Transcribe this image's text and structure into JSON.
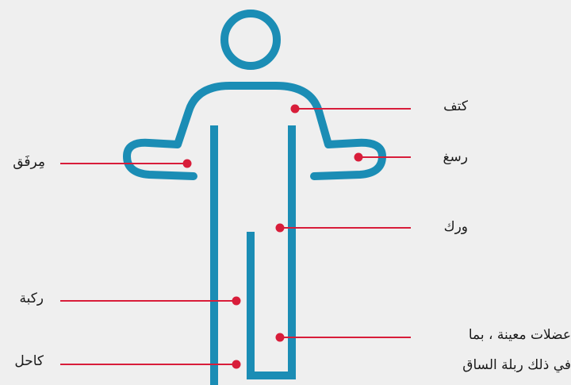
{
  "colors": {
    "figure_stroke": "#1b8db5",
    "marker": "#d81d3a",
    "background": "#efefef",
    "text": "#1a1a1a"
  },
  "labels": {
    "shoulder": "كتف",
    "wrist": "رسغ",
    "elbow": "مِرفَق",
    "hip": "ورك",
    "knee": "ركبة",
    "muscles_line1": "عضلات معينة ، بما",
    "muscles_line2": "في ذلك ربلة الساق",
    "ankle": "كاحل"
  }
}
